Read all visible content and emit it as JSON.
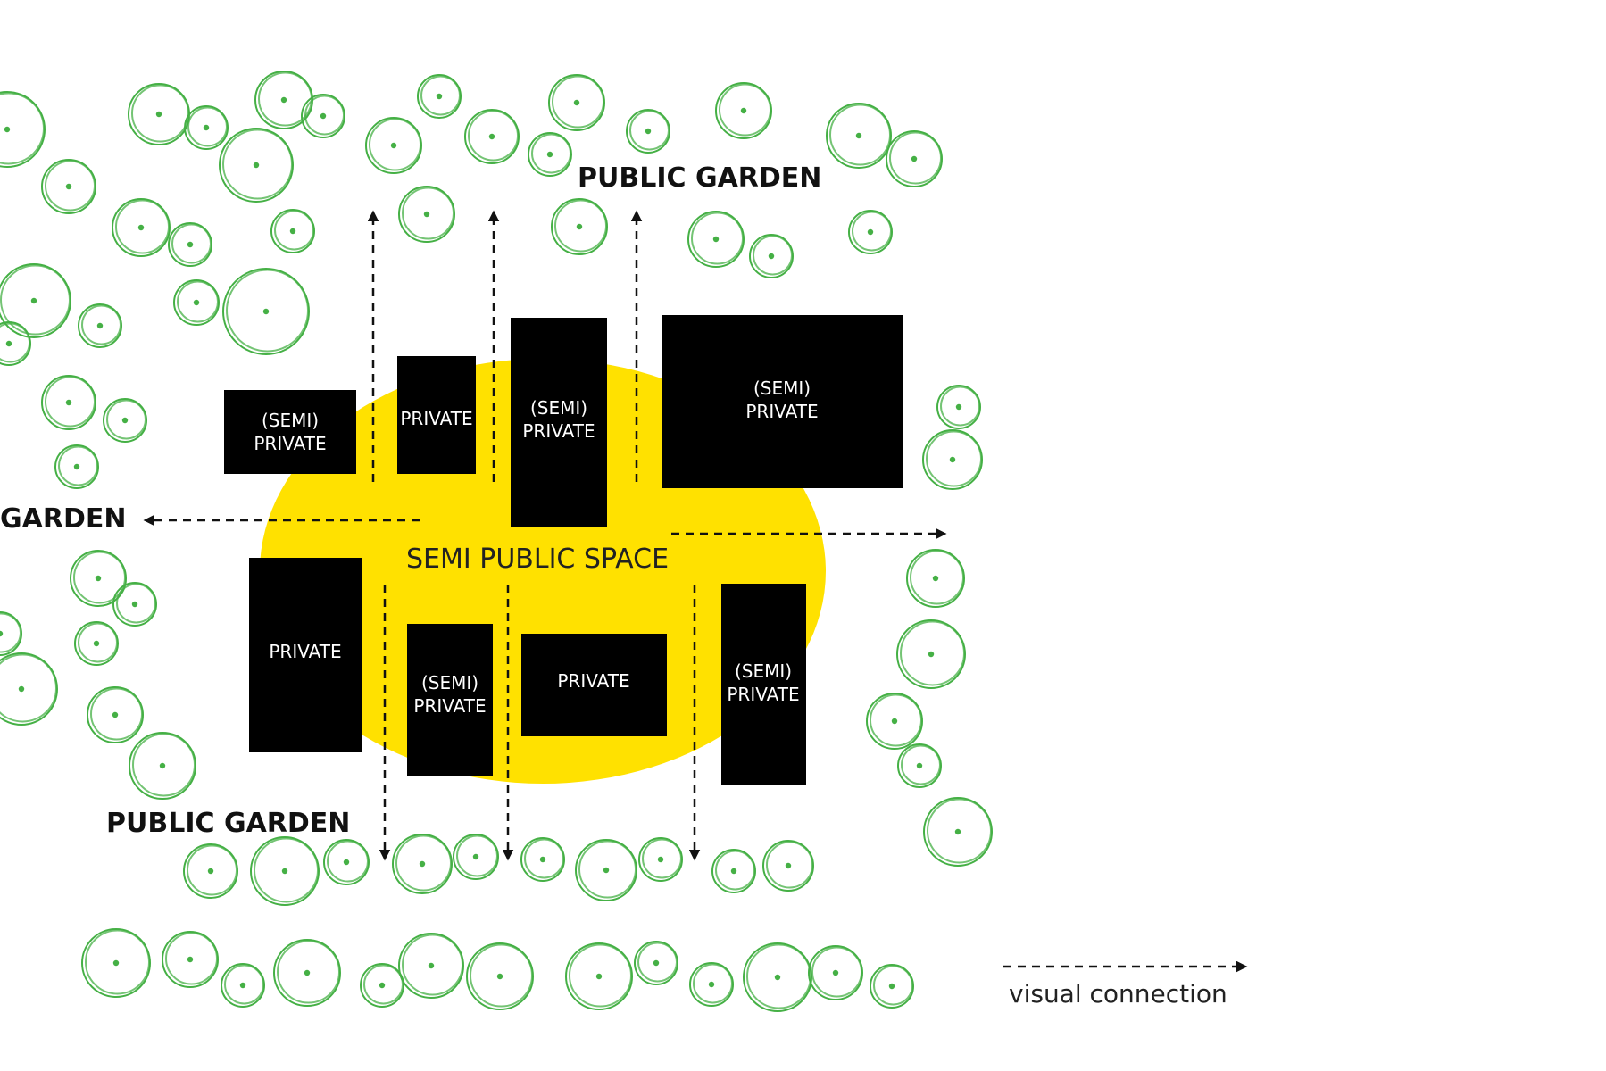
{
  "colors": {
    "tree": "#45b045",
    "semi_public": "#ffe100",
    "block": "#000000",
    "arrow": "#111111"
  },
  "labels": {
    "public_garden_top": "PUBLIC GARDEN",
    "public_garden_left": "GARDEN",
    "public_garden_bottom": "PUBLIC GARDEN",
    "semi_public_space": "SEMI PUBLIC SPACE"
  },
  "blocks": [
    {
      "id": "b1",
      "lines": [
        "(SEMI)",
        "PRIVATE"
      ]
    },
    {
      "id": "b2",
      "lines": [
        "PRIVATE"
      ]
    },
    {
      "id": "b3",
      "lines": [
        "(SEMI)",
        "PRIVATE"
      ]
    },
    {
      "id": "b4",
      "lines": [
        "(SEMI)",
        "PRIVATE"
      ]
    },
    {
      "id": "b5",
      "lines": [
        "PRIVATE"
      ]
    },
    {
      "id": "b6",
      "lines": [
        "(SEMI)",
        "PRIVATE"
      ]
    },
    {
      "id": "b7",
      "lines": [
        "PRIVATE"
      ]
    },
    {
      "id": "b8",
      "lines": [
        "(SEMI)",
        "PRIVATE"
      ]
    }
  ],
  "legend": {
    "label": "visual connection"
  },
  "icons": {
    "tree": "tree-icon",
    "arrow": "visual-connection-arrow"
  }
}
